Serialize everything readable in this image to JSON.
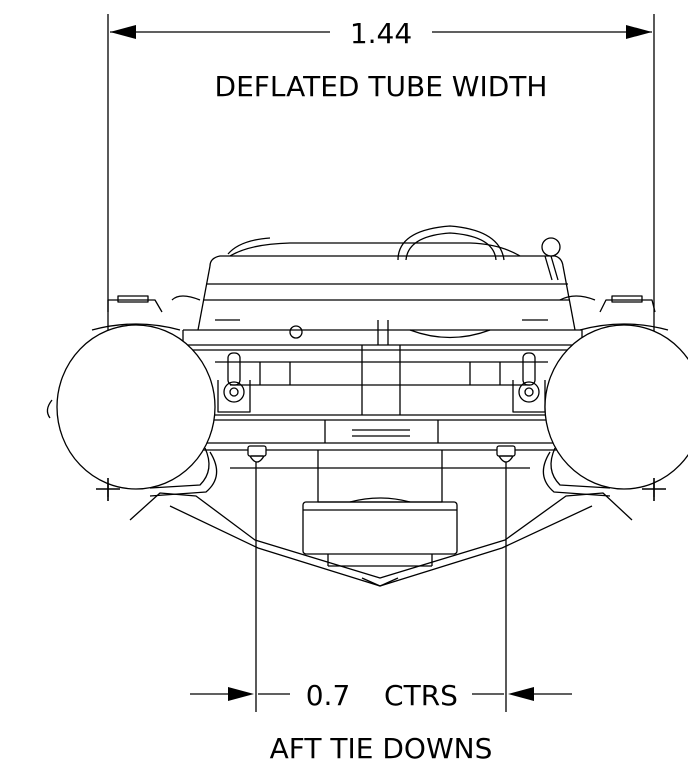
{
  "top_dimension": {
    "value": "1.44",
    "caption": "DEFLATED TUBE WIDTH"
  },
  "bottom_dimension": {
    "value": "0.7",
    "unit": "CTRS",
    "caption": "AFT TIE DOWNS"
  },
  "colors": {
    "line": "#000000",
    "background": "#ffffff"
  }
}
